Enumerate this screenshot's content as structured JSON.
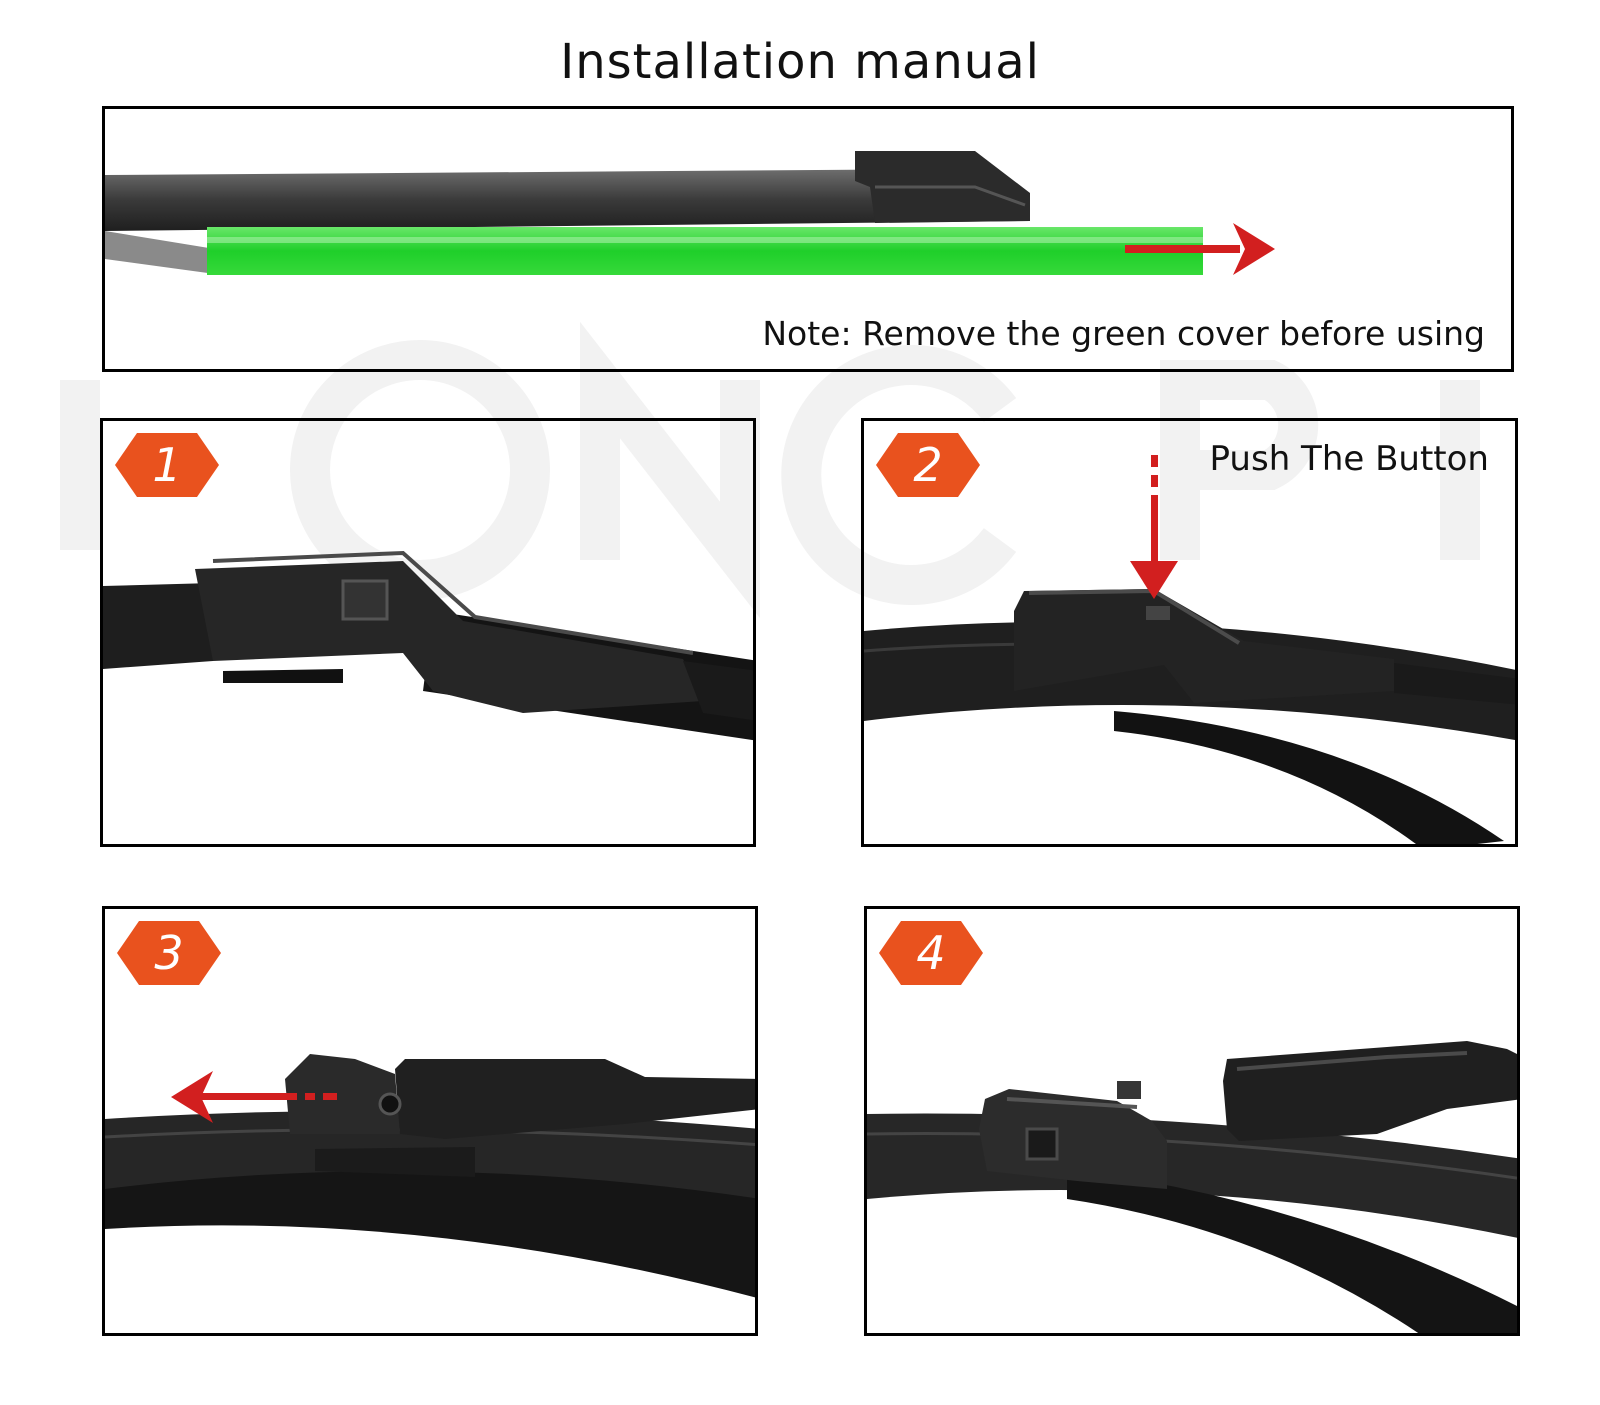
{
  "title": "Installation manual",
  "note": "Note: Remove the green cover before using",
  "steps": [
    {
      "number": "1"
    },
    {
      "number": "2",
      "label": "Push The Button"
    },
    {
      "number": "3"
    },
    {
      "number": "4"
    }
  ],
  "colors": {
    "badge": "#e9521e",
    "arrow": "#d21f1f",
    "cover": "#3fd83f",
    "blade": "#1a1a1a",
    "frame": "#000000"
  },
  "icons": {
    "step_badge": "hexagon-badge",
    "arrows": [
      "arrow-right-icon",
      "arrow-down-icon",
      "arrow-left-icon"
    ]
  }
}
